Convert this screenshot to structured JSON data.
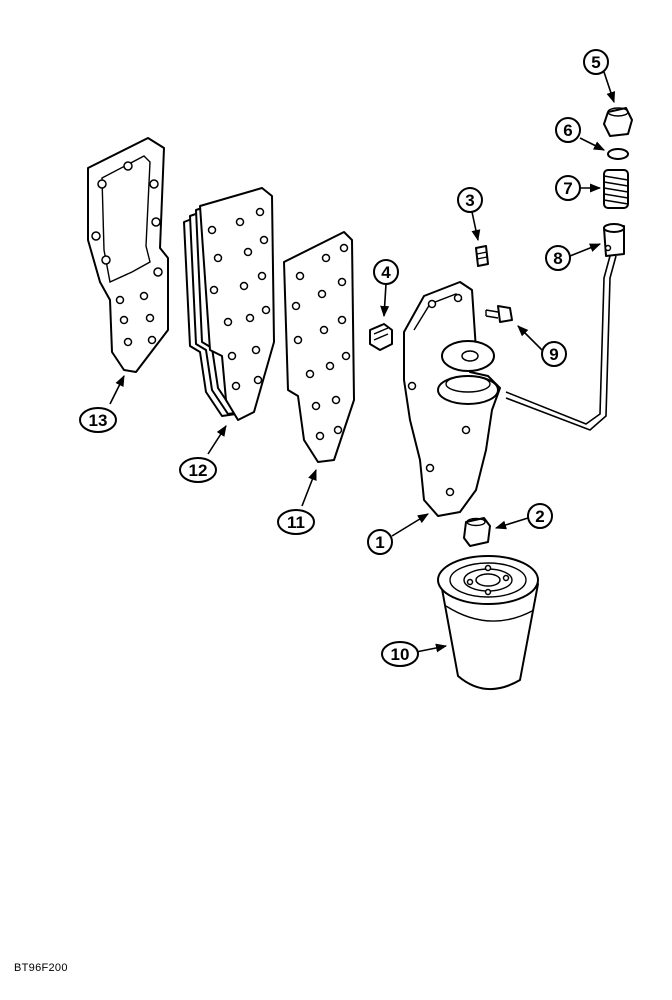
{
  "diagram": {
    "reference_code": "BT96F200",
    "callouts": [
      {
        "id": "1",
        "label": "1"
      },
      {
        "id": "2",
        "label": "2"
      },
      {
        "id": "3",
        "label": "3"
      },
      {
        "id": "4",
        "label": "4"
      },
      {
        "id": "5",
        "label": "5"
      },
      {
        "id": "6",
        "label": "6"
      },
      {
        "id": "7",
        "label": "7"
      },
      {
        "id": "8",
        "label": "8"
      },
      {
        "id": "9",
        "label": "9"
      },
      {
        "id": "10",
        "label": "10"
      },
      {
        "id": "11",
        "label": "11"
      },
      {
        "id": "12",
        "label": "12"
      },
      {
        "id": "13",
        "label": "13"
      }
    ],
    "parts": {
      "gasket": "gasket-13",
      "cooler_core": "oil-cooler-core-12",
      "cover_gasket": "gasket-11",
      "housing": "filter-head-housing-1",
      "filter": "oil-filter-10"
    }
  }
}
